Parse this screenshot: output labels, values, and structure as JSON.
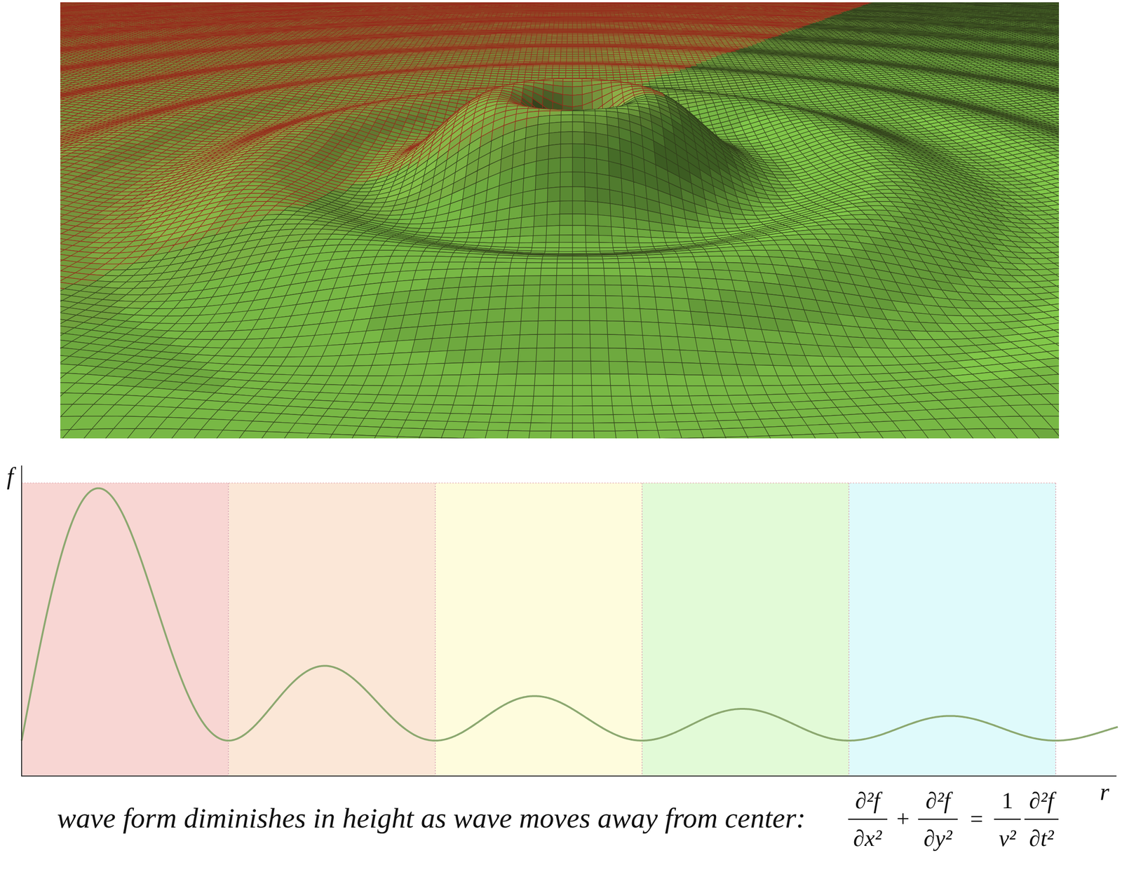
{
  "diagram": {
    "caption": "wave form diminishes in height as wave moves away from center:",
    "labels": [
      "f",
      "r",
      "∂²f",
      "∂x²",
      "+",
      "∂²f",
      "∂y²",
      "=",
      "1",
      "v²",
      "∂²f",
      "∂t²"
    ]
  }
}
